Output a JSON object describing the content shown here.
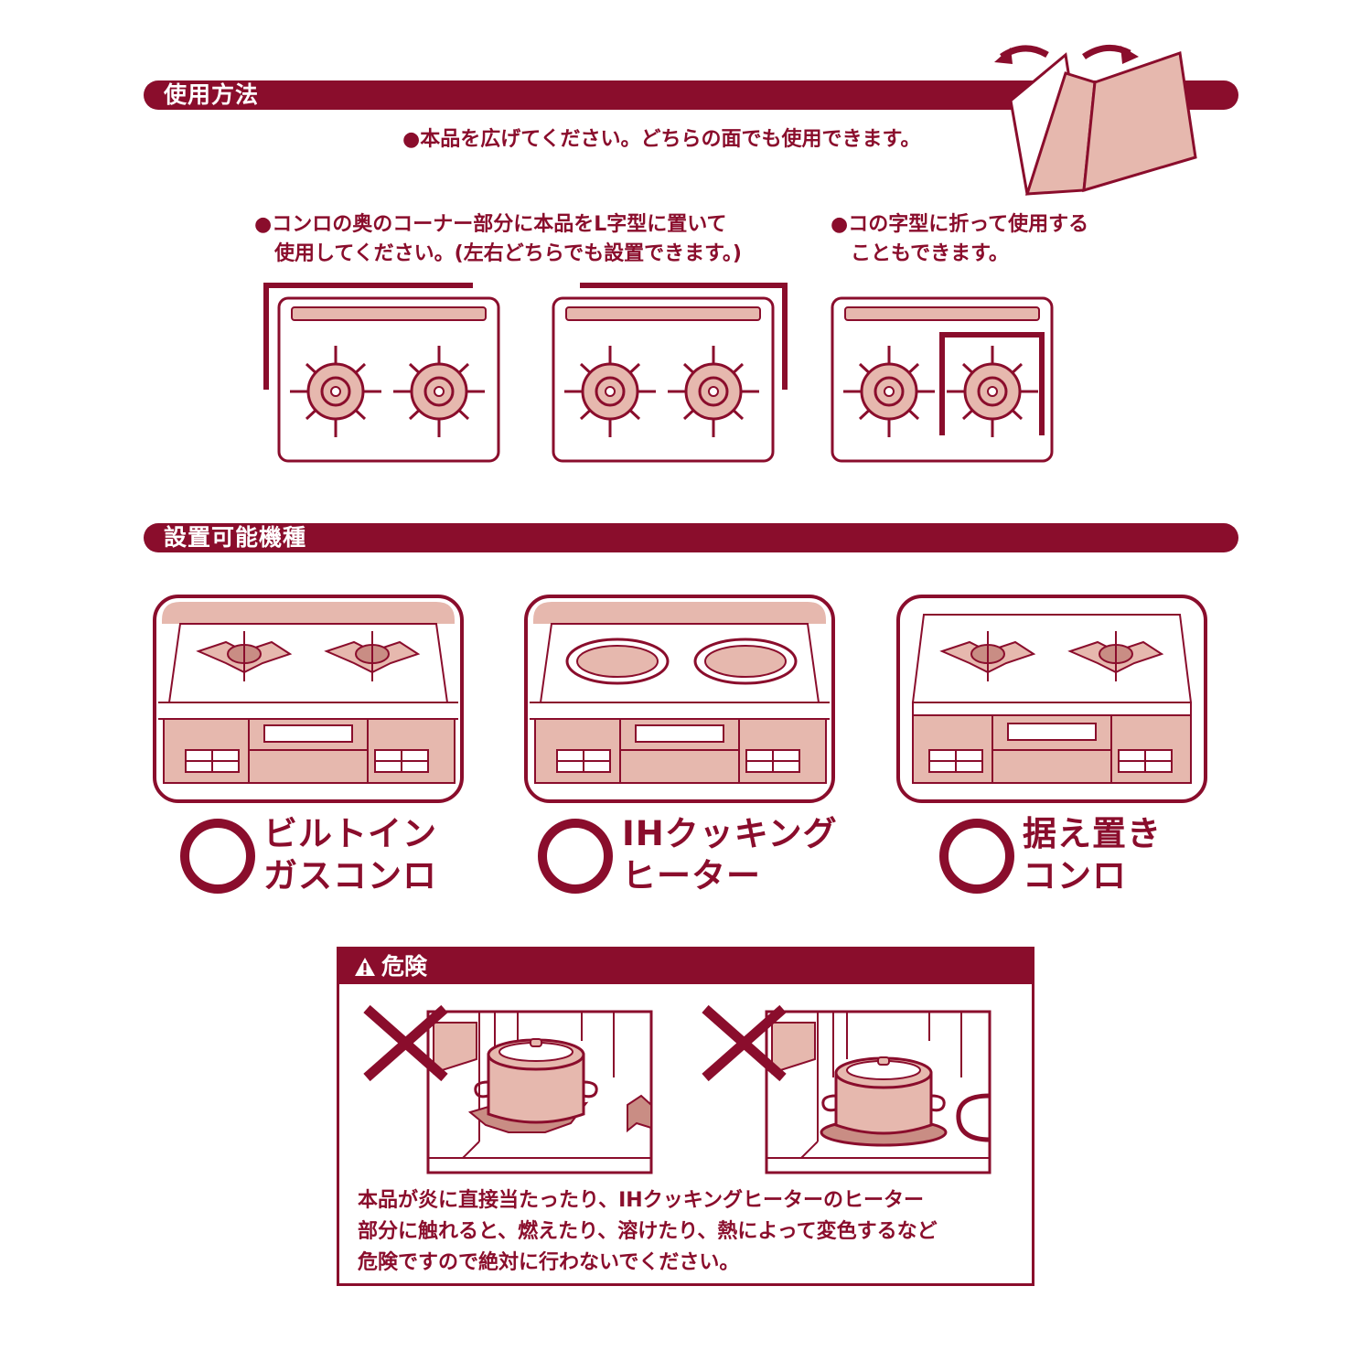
{
  "usage": {
    "title": "使用方法",
    "note1": "●本品を広げてください。どちらの面でも使用できます。",
    "note2_line1": "●コンロの奥のコーナー部分に本品をL字型に置いて",
    "note2_line2": "使用してください。(左右どちらでも設置できます。)",
    "note3_line1": "●コの字型に折って使用する",
    "note3_line2": "こともできます。"
  },
  "models": {
    "title": "設置可能機種",
    "items": [
      {
        "line1": "ビルトイン",
        "line2": "ガスコンロ"
      },
      {
        "line1": "IHクッキング",
        "line2": "ヒーター"
      },
      {
        "line1": "据え置き",
        "line2": "コンロ"
      }
    ]
  },
  "danger": {
    "title": "危険",
    "text_line1": "本品が炎に直接当たったり、IHクッキングヒーターのヒーター",
    "text_line2": "部分に触れると、燃えたり、溶けたり、熱によって変色するなど",
    "text_line3": "危険ですので絶対に行わないでください。"
  },
  "colors": {
    "maroon": "#8a0d2c",
    "pink": "#e6b8ae"
  }
}
